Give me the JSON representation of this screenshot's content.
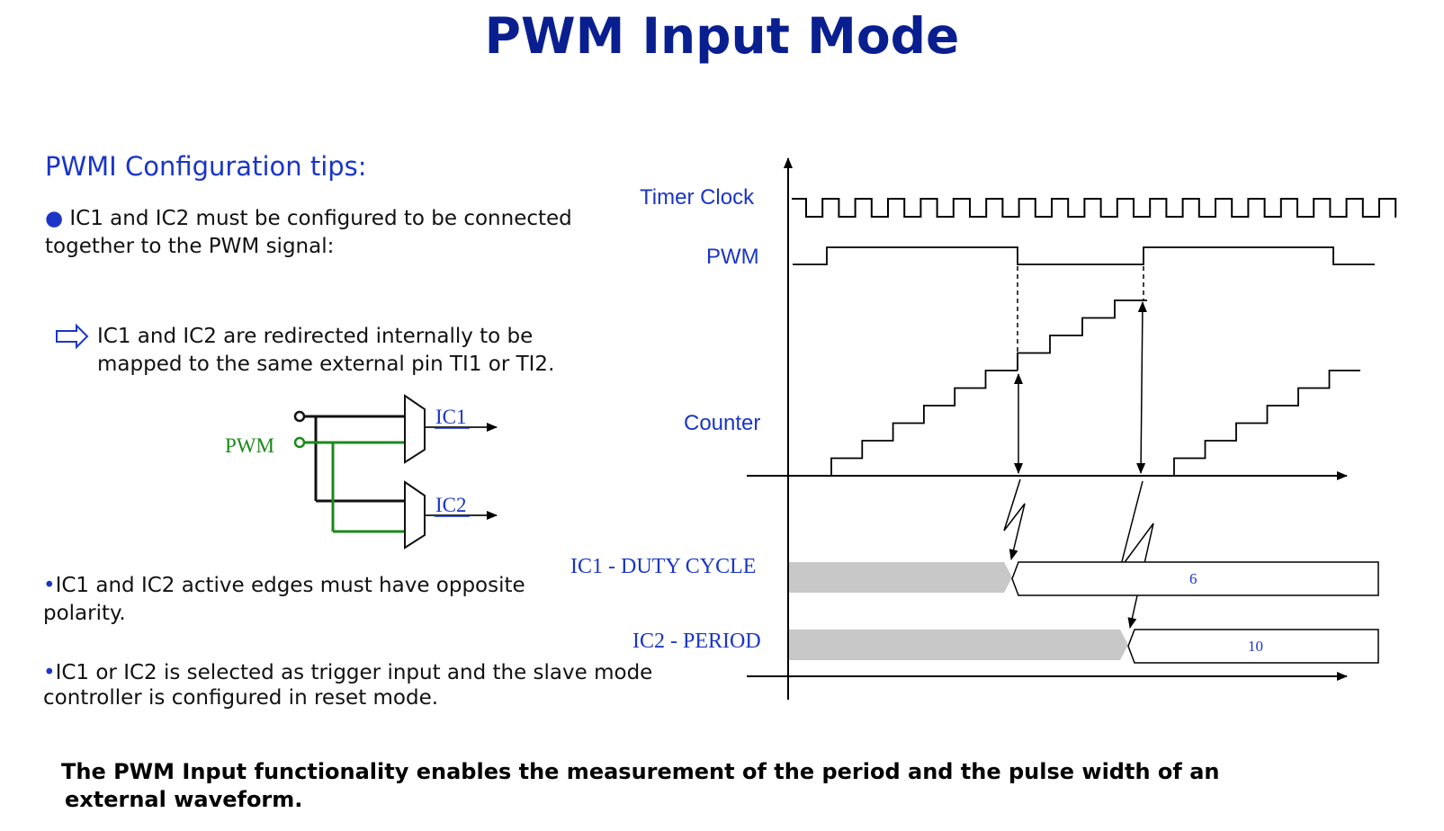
{
  "title": "PWM Input Mode",
  "subtitle": "PWMI Configuration tips:",
  "tips": {
    "tip1_line1": "IC1 and IC2 must be configured  to be connected",
    "tip1_line2": "together to the PWM signal:",
    "tip2_line1": "IC1 and IC2 are redirected internally to be",
    "tip2_line2": "mapped to the same external pin TI1 or TI2.",
    "tip3_line1": "IC1 and IC2 active edges must have opposite",
    "tip3_line2": "polarity.",
    "tip4_line1": "IC1 or IC2 is selected as trigger input and the slave mode",
    "tip4_line2": "controller is configured in reset mode."
  },
  "circuit": {
    "pwm_label": "PWM",
    "ic1_label": "IC1",
    "ic2_label": "IC2",
    "colors": {
      "pwm_wire": "#1a8a1a",
      "wire": "#111111"
    }
  },
  "timing": {
    "timer_clock_label": "Timer Clock",
    "pwm_label": "PWM",
    "counter_label": "Counter",
    "ic1_label": "IC1 - DUTY CYCLE",
    "ic2_label": "IC2 - PERIOD",
    "ic1_value": "6",
    "ic2_value": "10"
  },
  "bottom_line1": "The PWM Input functionality enables the measurement of the period and the  pulse width of an",
  "bottom_line2": "external waveform.",
  "colors": {
    "title": "#0a1f8f",
    "accent": "#1a35c8",
    "grey_bar": "#c8c8c8"
  }
}
